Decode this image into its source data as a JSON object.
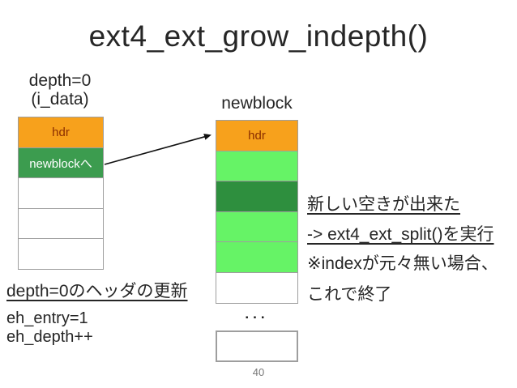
{
  "slide": {
    "title": "ext4_ext_grow_indepth()",
    "page_number": "40"
  },
  "left_diagram": {
    "label_line1": "depth=0",
    "label_line2": "(i_data)",
    "cells": [
      {
        "label": "hdr",
        "type": "header"
      },
      {
        "label": "newblockへ",
        "type": "index-pointer"
      },
      {
        "label": "",
        "type": "empty"
      },
      {
        "label": "",
        "type": "empty"
      },
      {
        "label": "",
        "type": "empty"
      }
    ]
  },
  "right_diagram": {
    "label": "newblock",
    "cells": [
      {
        "label": "hdr",
        "type": "header"
      },
      {
        "label": "",
        "type": "extent-light"
      },
      {
        "label": "",
        "type": "extent-dark"
      },
      {
        "label": "",
        "type": "extent-light"
      },
      {
        "label": "",
        "type": "extent-light"
      },
      {
        "label": "",
        "type": "empty"
      }
    ],
    "ellipsis": "...",
    "tail_cell_label": ""
  },
  "arrow": {
    "meaning": "newblock-pointer from i_data index cell to newblock header"
  },
  "notes_right": {
    "line1": "新しい空きが出来た",
    "line2": "-> ext4_ext_split()を実行",
    "line3": "※indexが元々無い場合、",
    "line4": "これで終了"
  },
  "notes_left": {
    "heading": "depth=0のヘッダの更新",
    "line1": "eh_entry=1",
    "line2": "eh_depth++"
  },
  "colors": {
    "orange": "#F7A11C",
    "greenMedium": "#3C9C4F",
    "greenLight": "#66F366",
    "greenDark": "#2E8F3E",
    "borderGray": "#9E9E9E",
    "hdrText": "#8B2E00",
    "ink": "#262626",
    "pageGray": "#777777"
  }
}
